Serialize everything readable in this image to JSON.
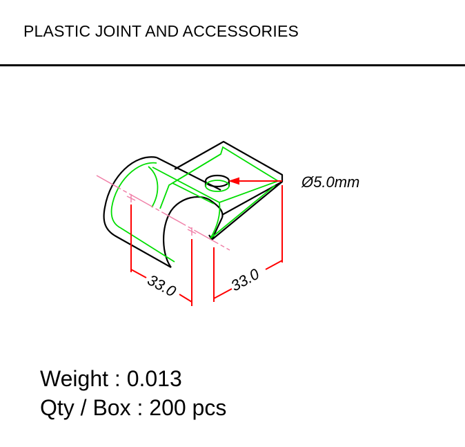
{
  "header": {
    "title": "PLASTIC JOINT AND ACCESSORIES"
  },
  "drawing": {
    "hole_diameter_label": "Ø5.0mm",
    "dimension_left": "33.0",
    "dimension_right": "33.0",
    "colors": {
      "outline": "#000000",
      "inner_edges": "#00e000",
      "dimensions": "#ff0000",
      "centerline": "#f080a8"
    }
  },
  "specs": {
    "weight": "Weight : 0.013",
    "qty_per_box": "Qty / Box : 200 pcs"
  }
}
